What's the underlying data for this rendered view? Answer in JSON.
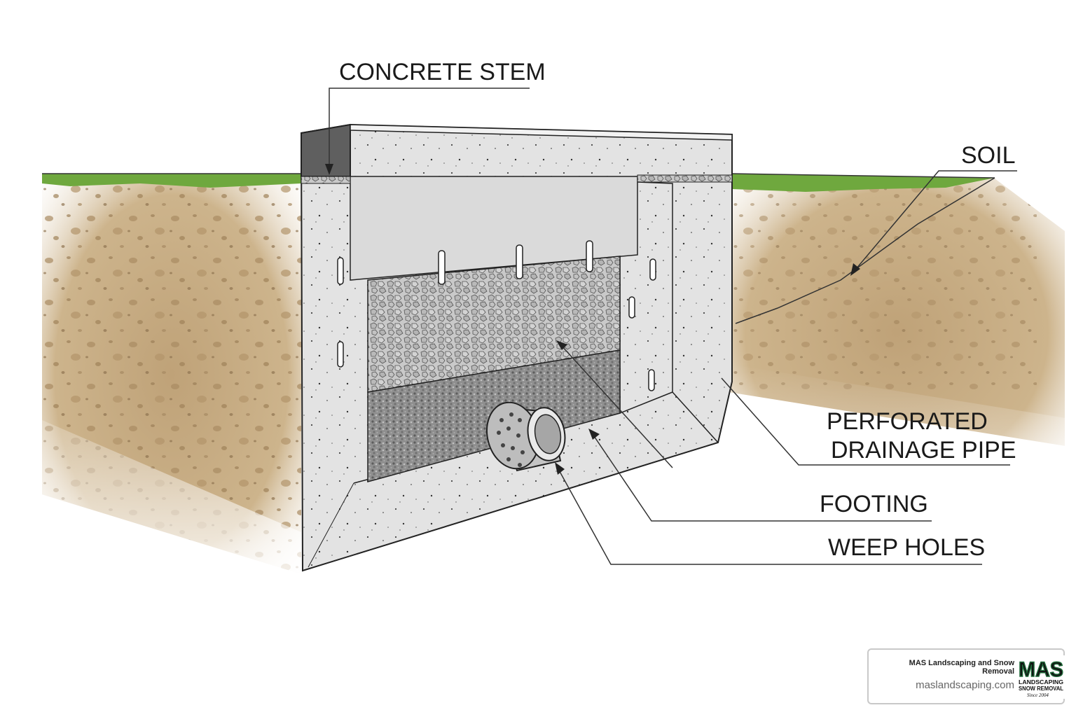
{
  "labels": {
    "concrete_stem": "CONCRETE STEM",
    "soil": "SOIL",
    "perforated_line1": "PERFORATED",
    "perforated_line2": "DRAINAGE PIPE",
    "footing": "FOOTING",
    "weep_holes": "WEEP HOLES"
  },
  "brand": {
    "name": "MAS Landscaping and Snow Removal",
    "url": "maslandscaping.com",
    "logo_text": "MAS",
    "logo_sub1": "LANDSCAPING",
    "logo_sub2": "SNOW REMOVAL",
    "logo_since": "Since 2004"
  },
  "colors": {
    "grass": "#6fa83e",
    "soil": "#c9ad82",
    "concrete": "#e2e2e2",
    "gravel": "#8a8a8a",
    "logo_green": "#1f6b3a"
  }
}
